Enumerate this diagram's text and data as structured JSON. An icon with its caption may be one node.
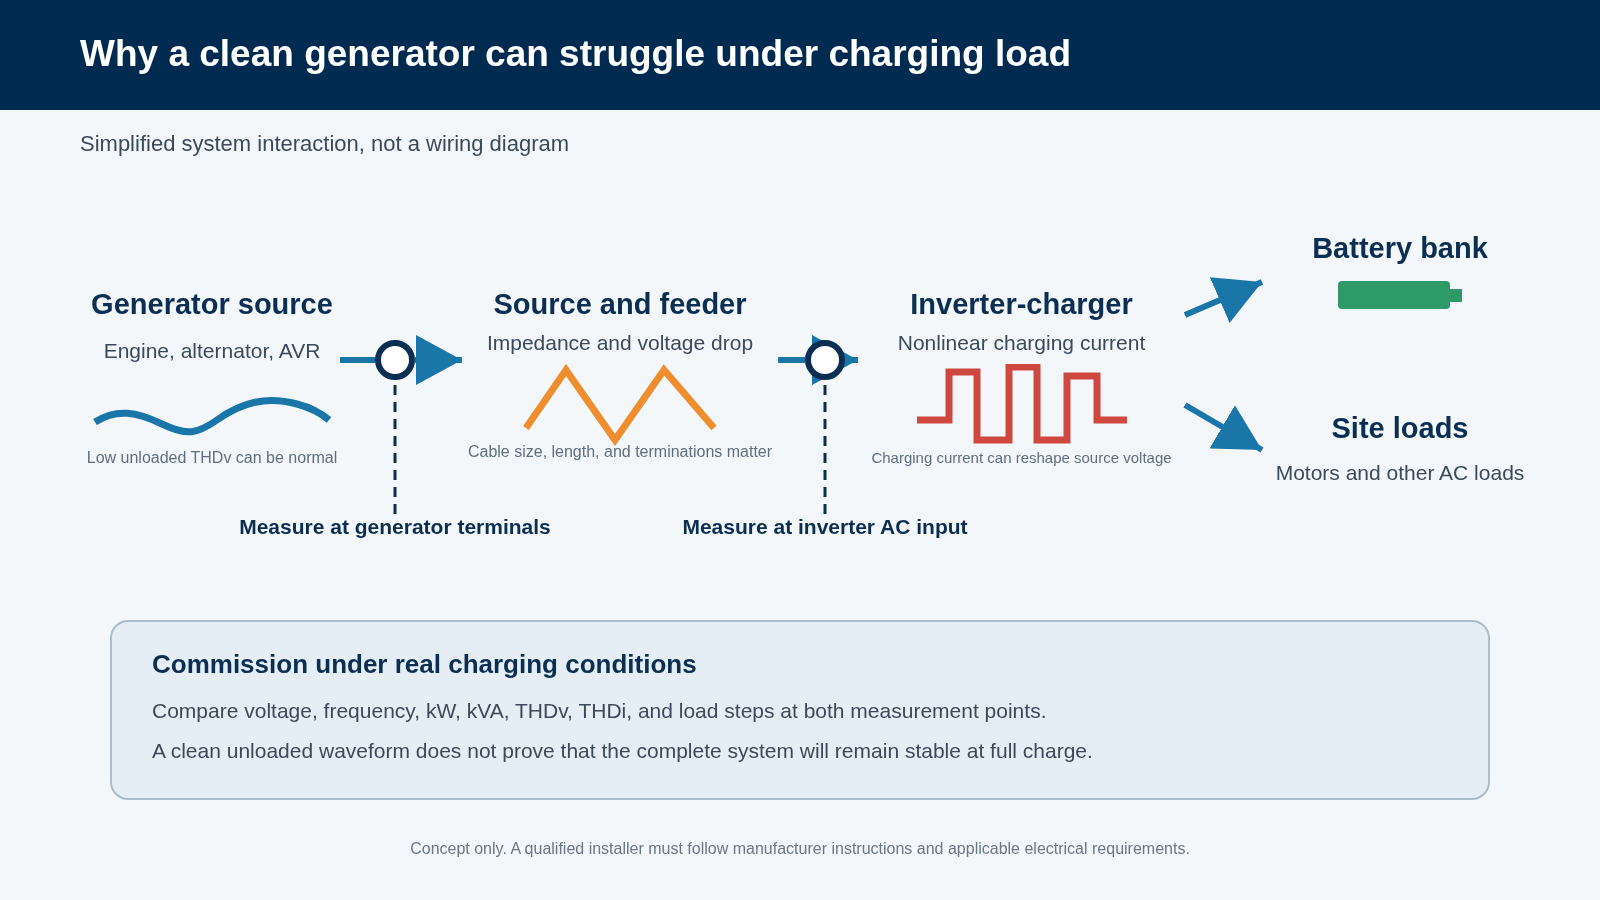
{
  "diagram": {
    "title": "Why a clean generator can struggle under charging load",
    "nodes": [
      {
        "text": [
          "Generator source",
          "Engine, alternator, AVR",
          "Low unloaded THDv can be normal"
        ]
      },
      {
        "text": [
          "Source and feeder",
          "Impedance and voltage drop",
          "Cable size, length, and terminations matter"
        ]
      },
      {
        "text": [
          "Inverter-charger",
          "Nonlinear charging current",
          "Charging current can reshape source voltage"
        ]
      },
      {
        "text": [
          "Battery bank"
        ]
      },
      {
        "text": [
          "Site loads",
          "Motors and other AC loads"
        ]
      },
      {
        "text": [],
        "shape": "circle"
      },
      {
        "text": [
          "Measure at generator terminals"
        ]
      },
      {
        "text": [],
        "shape": "circle"
      },
      {
        "text": [
          "Measure at inverter AC input"
        ]
      },
      {
        "text": [
          "Commission under real charging conditions",
          "Compare voltage, frequency, kW, kVA, THDv, THDi, and load steps at both measurement points.",
          "A clean unloaded waveform does not prove that the complete system will remain stable at full charge."
        ]
      }
    ],
    "edges": [
      {
        "from": 0,
        "to": 5,
        "arrow": "none"
      },
      {
        "from": 5,
        "to": 1,
        "arrow": "to"
      },
      {
        "from": 1,
        "to": 7,
        "arrow": "none"
      },
      {
        "from": 7,
        "to": 2,
        "arrow": "to"
      },
      {
        "from": 2,
        "to": 3,
        "arrow": "to"
      },
      {
        "from": 2,
        "to": 4,
        "arrow": "to"
      },
      {
        "from": 6,
        "to": 5,
        "arrow": "none",
        "style": "dashed",
        "color": "#0b2e52"
      },
      {
        "from": 8,
        "to": 7,
        "arrow": "none",
        "style": "dashed",
        "color": "#0b2e52"
      }
    ],
    "labels": [
      "Simplified system interaction, not a wiring diagram",
      "Concept only. A qualified installer must follow manufacturer instructions and applicable electrical requirements."
    ]
  }
}
